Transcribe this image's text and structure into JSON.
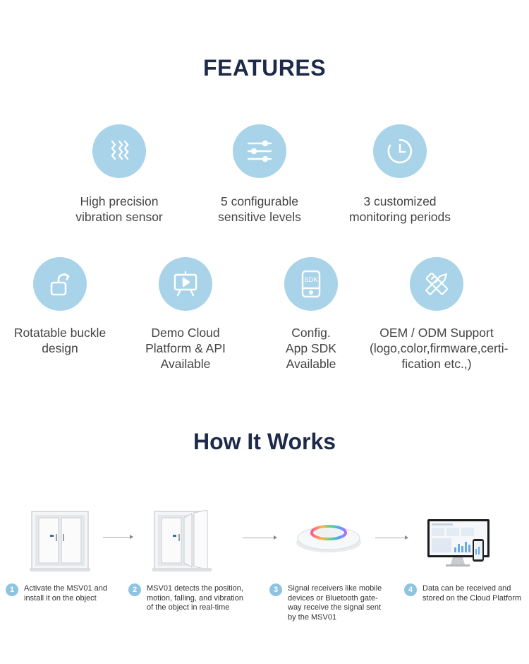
{
  "features": {
    "title": "FEATURES",
    "items": [
      {
        "label": "High precision\nvibration sensor",
        "icon": "vibration-icon"
      },
      {
        "label": "5 configurable\nsensitive levels",
        "icon": "sliders-icon"
      },
      {
        "label": "3 customized\nmonitoring periods",
        "icon": "clock-icon"
      },
      {
        "label": "Rotatable buckle\ndesign",
        "icon": "rotate-icon"
      },
      {
        "label": "Demo Cloud\nPlatform & API\nAvailable",
        "icon": "presentation-board-icon"
      },
      {
        "label": "Config.\nApp SDK\nAvailable",
        "icon": "sdk-phone-icon",
        "icon_text": "SDK"
      },
      {
        "label": "OEM / ODM Support\n(logo,color,firmware,certi-\nfication etc.,)",
        "icon": "ruler-pencil-icon"
      }
    ]
  },
  "how": {
    "title": "How It Works",
    "steps": [
      {
        "num": "1",
        "text": "Activate the MSV01 and\ninstall it on the object",
        "image": "closed-window-image"
      },
      {
        "num": "2",
        "text": "MSV01 detects the position,\nmotion, falling, and vibration\nof the object in real-time",
        "image": "open-window-image"
      },
      {
        "num": "3",
        "text": "Signal receivers like mobile\ndevices or Bluetooth gate-\nway receive the signal sent\nby the MSV01",
        "image": "bluetooth-gateway-image"
      },
      {
        "num": "4",
        "text": "Data can be received and\nstored on the Cloud Platform",
        "image": "cloud-platform-image"
      }
    ]
  },
  "colors": {
    "icon_bg": "#a8d3e8",
    "title": "#1e2a4a",
    "step_badge": "#8ec4e0"
  }
}
